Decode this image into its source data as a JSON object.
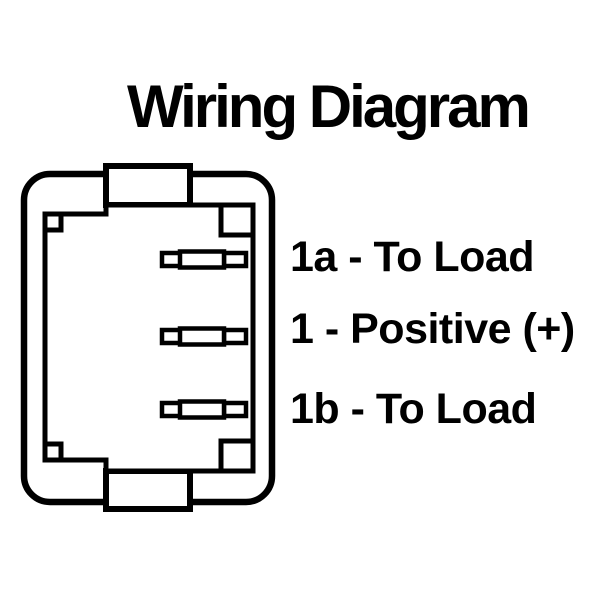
{
  "title": "Wiring Diagram",
  "colors": {
    "line": "#000000",
    "background": "#ffffff"
  },
  "diagram": {
    "terminals": [
      {
        "id": "1a",
        "label": "1a - To Load"
      },
      {
        "id": "1",
        "label": "1 - Positive (+)"
      },
      {
        "id": "1b",
        "label": "1b - To Load"
      }
    ]
  }
}
